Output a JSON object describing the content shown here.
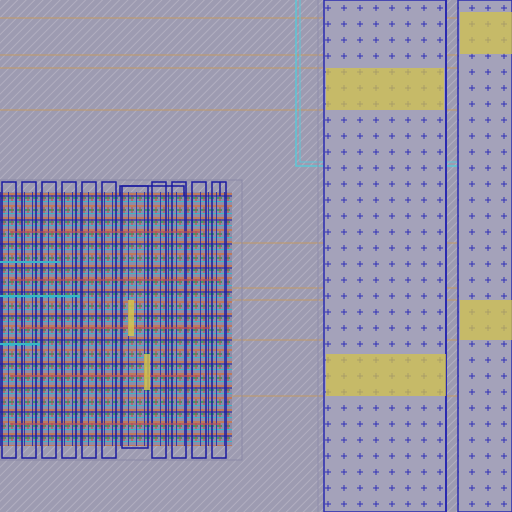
{
  "view": {
    "kind": "ic-layout-viewer-canvas",
    "background_color": "#9c9ab0",
    "layers": [
      {
        "name": "diagonal-hatch-fill",
        "color": "#a7a4b6"
      },
      {
        "name": "metal-horizontal-rails",
        "color": "#c8a060"
      },
      {
        "name": "cyan-boundary",
        "color": "#56c8d8"
      },
      {
        "name": "yellow-pads",
        "color": "#d8c84a"
      },
      {
        "name": "blue-plus-via-array",
        "color": "#2c2cb4"
      },
      {
        "name": "dense-cell-block",
        "color": "#1a1aa0"
      },
      {
        "name": "routing-red",
        "color": "#c04848"
      },
      {
        "name": "routing-green",
        "color": "#3c9a6a"
      },
      {
        "name": "routing-cyan",
        "color": "#3ab6c8"
      }
    ]
  }
}
